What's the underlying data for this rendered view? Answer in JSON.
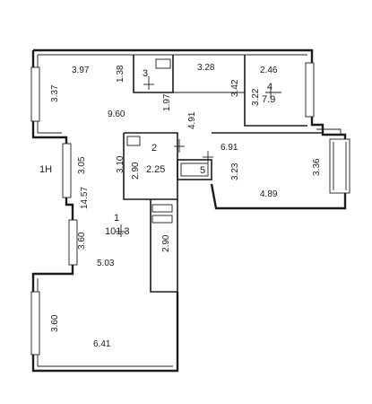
{
  "rooms": [
    {
      "id": "1",
      "area": "101.3"
    },
    {
      "id": "2",
      "area": "2.25"
    },
    {
      "id": "3",
      "area": ""
    },
    {
      "id": "4",
      "area": "7.9"
    },
    {
      "id": "5",
      "area": ""
    }
  ],
  "dims": {
    "d397": "3.97",
    "d138": "1.38",
    "d328": "3.28",
    "d246": "2.46",
    "d337": "3.37",
    "d342": "3.42",
    "d322": "3.22",
    "d960": "9.60",
    "d197": "1.97",
    "d491": "4.91",
    "d691": "6.91",
    "d310": "3.10",
    "d290a": "2.90",
    "d323": "3.23",
    "d336": "3.36",
    "d305": "3.05",
    "d489": "4.89",
    "d1457": "14.57",
    "d360a": "3.60",
    "d290b": "2.90",
    "d503": "5.03",
    "d360b": "3.60",
    "d641": "6.41"
  },
  "labels": {
    "entrance": "1H"
  }
}
